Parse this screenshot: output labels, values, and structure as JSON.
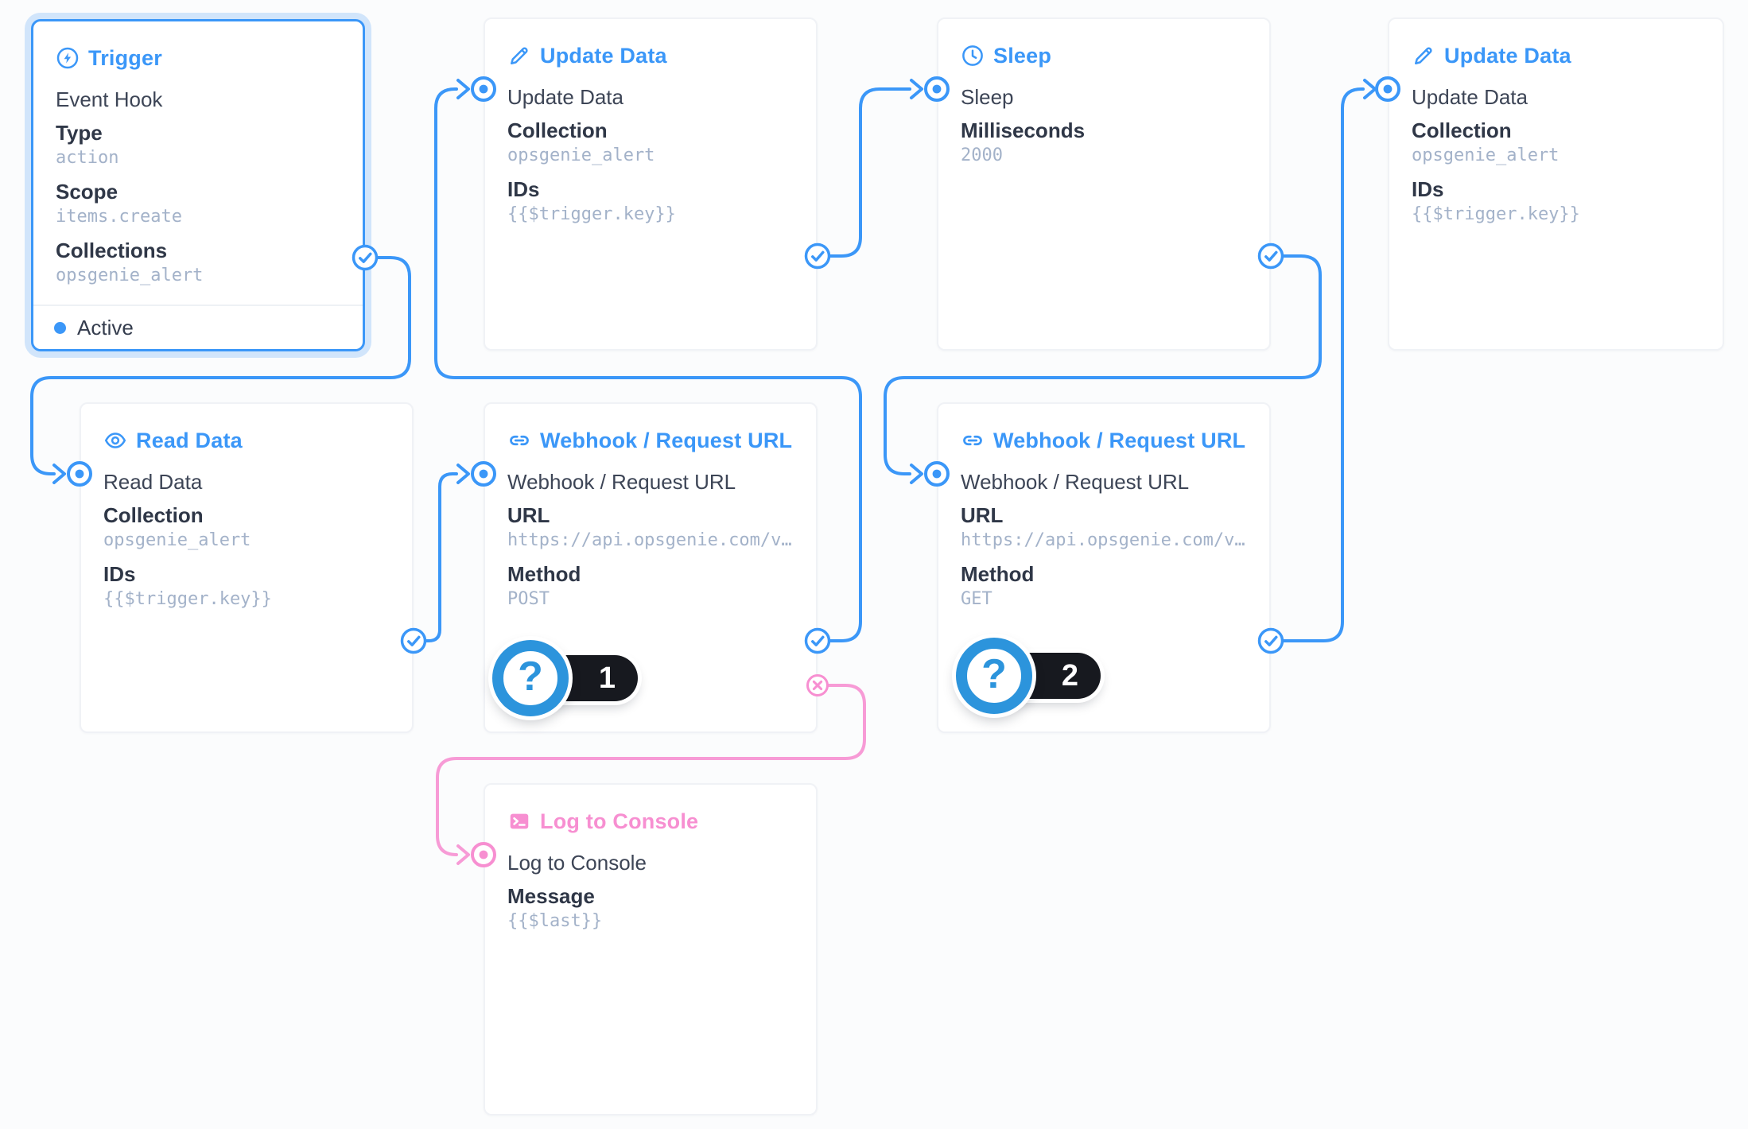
{
  "app": {
    "name": "flow-editor",
    "accent": "#3b97f8",
    "pink": "#f78fd1",
    "badge_blue": "#2c94dc",
    "badge_dark": "#17191f",
    "value_color": "#a3b2c9"
  },
  "nodes": {
    "trigger": {
      "title": "Trigger",
      "name": "Event Hook",
      "fields": [
        {
          "label": "Type",
          "value": "action"
        },
        {
          "label": "Scope",
          "value": "items.create"
        },
        {
          "label": "Collections",
          "value": "opsgenie_alert"
        }
      ],
      "status": "Active",
      "selected": true
    },
    "update1": {
      "title": "Update Data",
      "name": "Update Data",
      "fields": [
        {
          "label": "Collection",
          "value": "opsgenie_alert"
        },
        {
          "label": "IDs",
          "value": "{{$trigger.key}}"
        }
      ]
    },
    "sleep": {
      "title": "Sleep",
      "name": "Sleep",
      "fields": [
        {
          "label": "Milliseconds",
          "value": "2000"
        }
      ]
    },
    "update2": {
      "title": "Update Data",
      "name": "Update Data",
      "fields": [
        {
          "label": "Collection",
          "value": "opsgenie_alert"
        },
        {
          "label": "IDs",
          "value": "{{$trigger.key}}"
        }
      ]
    },
    "read": {
      "title": "Read Data",
      "name": "Read Data",
      "fields": [
        {
          "label": "Collection",
          "value": "opsgenie_alert"
        },
        {
          "label": "IDs",
          "value": "{{$trigger.key}}"
        }
      ]
    },
    "webhook1": {
      "title": "Webhook / Request URL",
      "name": "Webhook / Request URL",
      "fields": [
        {
          "label": "URL",
          "value": "https://api.opsgenie.com/v…"
        },
        {
          "label": "Method",
          "value": "POST"
        }
      ],
      "badge": "1",
      "badge_glyph": "?"
    },
    "webhook2": {
      "title": "Webhook / Request URL",
      "name": "Webhook / Request URL",
      "fields": [
        {
          "label": "URL",
          "value": "https://api.opsgenie.com/v…"
        },
        {
          "label": "Method",
          "value": "GET"
        }
      ],
      "badge": "2",
      "badge_glyph": "?"
    },
    "log": {
      "title": "Log to Console",
      "name": "Log to Console",
      "fields": [
        {
          "label": "Message",
          "value": "{{$last}}"
        }
      ]
    }
  },
  "connections": [
    {
      "from": "trigger",
      "output": "resolve",
      "to": "read"
    },
    {
      "from": "read",
      "output": "resolve",
      "to": "webhook1"
    },
    {
      "from": "webhook1",
      "output": "resolve",
      "to": "update1"
    },
    {
      "from": "update1",
      "output": "resolve",
      "to": "sleep"
    },
    {
      "from": "sleep",
      "output": "resolve",
      "to": "webhook2"
    },
    {
      "from": "webhook2",
      "output": "resolve",
      "to": "update2"
    },
    {
      "from": "webhook1",
      "output": "reject",
      "to": "log"
    }
  ]
}
